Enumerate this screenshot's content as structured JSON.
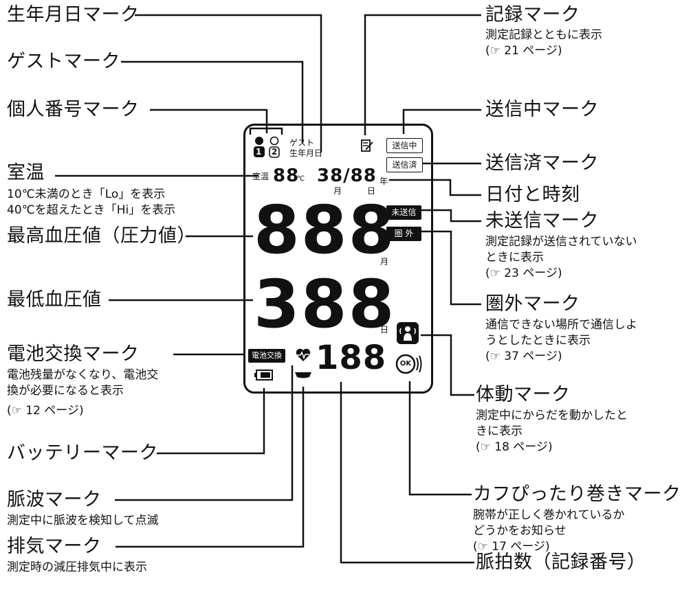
{
  "colors": {
    "ink": "#111111",
    "background": "#ffffff"
  },
  "left_labels": {
    "birthday": {
      "title": "生年月日マーク"
    },
    "guest": {
      "title": "ゲストマーク"
    },
    "personal": {
      "title": "個人番号マーク"
    },
    "room_temp": {
      "title": "室温",
      "notes": [
        "10℃未満のとき「Lo」を表示",
        "40℃を超えたとき「Hi」を表示"
      ]
    },
    "systolic": {
      "title": "最高血圧値（圧力値）"
    },
    "diastolic": {
      "title": "最低血圧値"
    },
    "battery_replace": {
      "title": "電池交換マーク",
      "notes": [
        "電池残量がなくなり、電池交",
        "換が必要になると表示",
        "(☞ 12 ページ)"
      ]
    },
    "battery": {
      "title": "バッテリーマーク"
    },
    "pulse_wave": {
      "title": "脈波マーク",
      "notes": [
        "測定中に脈波を検知して点滅"
      ]
    },
    "exhaust": {
      "title": "排気マーク",
      "notes": [
        "測定時の減圧排気中に表示"
      ]
    }
  },
  "right_labels": {
    "record": {
      "title": "記録マーク",
      "notes": [
        "測定記録とともに表示",
        "(☞ 21 ページ)"
      ]
    },
    "sending": {
      "title": "送信中マーク"
    },
    "sent": {
      "title": "送信済マーク"
    },
    "datetime": {
      "title": "日付と時刻"
    },
    "unsent": {
      "title": "未送信マーク",
      "notes": [
        "測定記録が送信されていない",
        "ときに表示",
        "(☞ 23 ページ)"
      ]
    },
    "out_of_range": {
      "title": "圏外マーク",
      "notes": [
        "通信できない場所で通信しよ",
        "うとしたときに表示",
        "(☞ 37 ページ)"
      ]
    },
    "motion": {
      "title": "体動マーク",
      "notes": [
        "測定中にからだを動かしたと",
        "きに表示",
        "(☞ 18 ページ)"
      ]
    },
    "cuff": {
      "title": "カフぴったり巻きマーク",
      "notes": [
        "腕帯が正しく巻かれているか",
        "どうかをお知らせ",
        "(☞ 17 ページ)"
      ]
    },
    "pulse_rate": {
      "title": "脈拍数（記録番号）"
    }
  },
  "display": {
    "user1": "1",
    "user2": "2",
    "guest": "ゲスト",
    "birthday": "生年月日",
    "sending": "送信中",
    "sent": "送信済",
    "room_temp_label": "室温",
    "temp_digits": "88",
    "temp_unit": "℃",
    "date_digits": "38/88",
    "year": "年",
    "month": "月",
    "day": "日",
    "systolic_digits": "888",
    "diastolic_digits": "388",
    "pulse_digits": "188",
    "unsent": "未送信",
    "out_of_range": "圏 外",
    "battery_replace": "電池交換",
    "ok": "OK"
  }
}
